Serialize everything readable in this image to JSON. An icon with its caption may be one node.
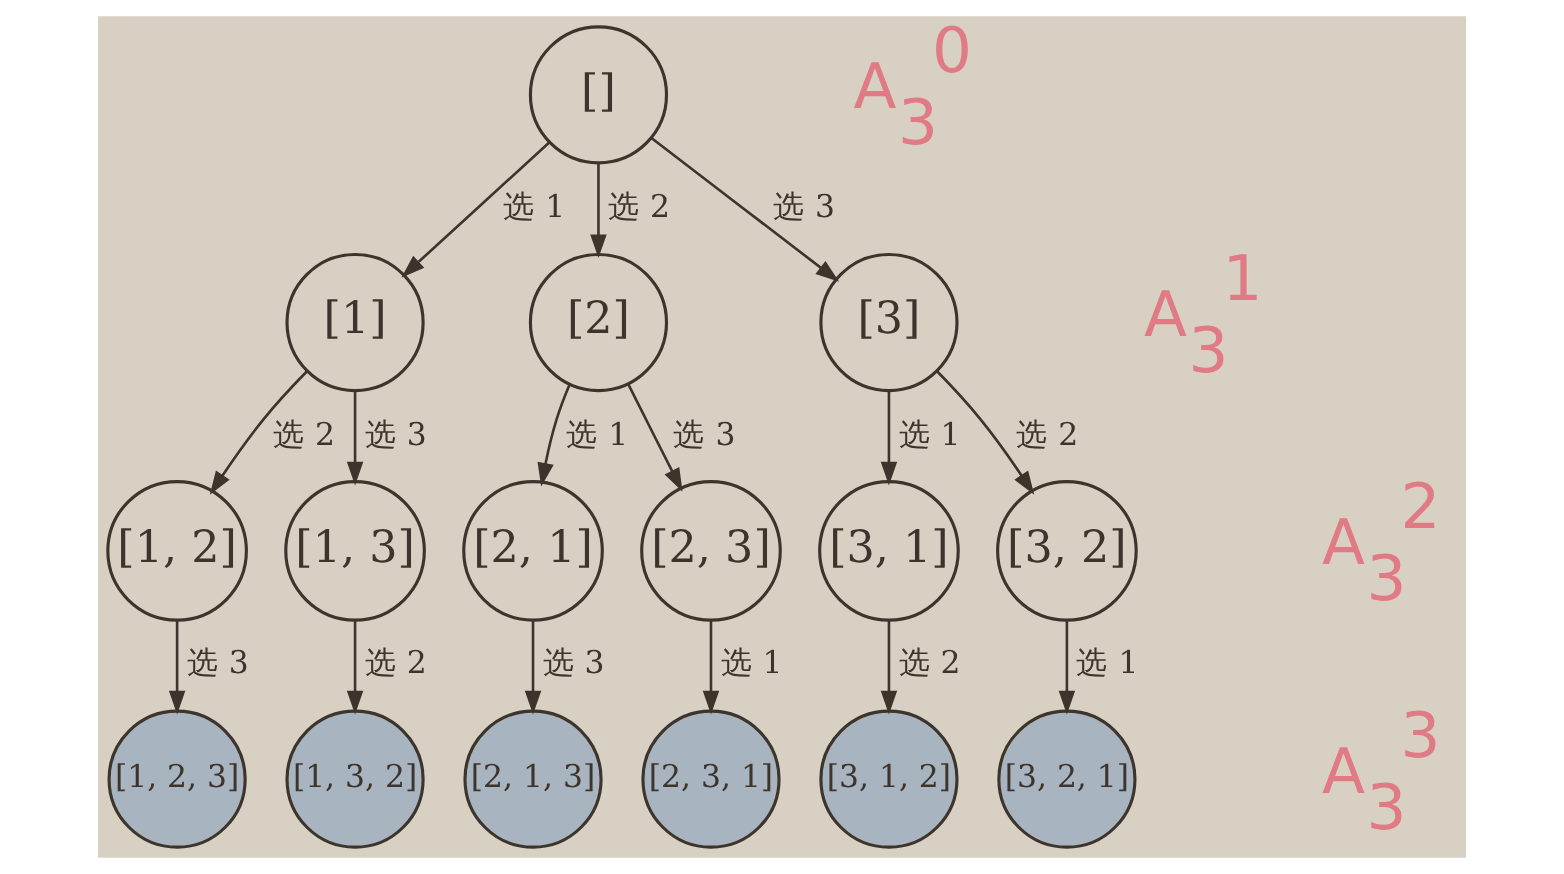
{
  "diagram": {
    "nodes": [
      {
        "text": [
          "[]"
        ]
      },
      {
        "text": [
          "[1]"
        ]
      },
      {
        "text": [
          "[2]"
        ]
      },
      {
        "text": [
          "[3]"
        ]
      },
      {
        "text": [
          "[1, 2]"
        ]
      },
      {
        "text": [
          "[1, 3]"
        ]
      },
      {
        "text": [
          "[2, 1]"
        ]
      },
      {
        "text": [
          "[2, 3]"
        ]
      },
      {
        "text": [
          "[3, 1]"
        ]
      },
      {
        "text": [
          "[3, 2]"
        ]
      },
      {
        "text": [
          "[1, 2, 3]"
        ]
      },
      {
        "text": [
          "[1, 3, 2]"
        ]
      },
      {
        "text": [
          "[2, 1, 3]"
        ]
      },
      {
        "text": [
          "[2, 3, 1]"
        ]
      },
      {
        "text": [
          "[3, 1, 2]"
        ]
      },
      {
        "text": [
          "[3, 2, 1]"
        ]
      }
    ],
    "edges": [
      {
        "from": 0,
        "to": 1,
        "arrow": "to",
        "label": "选 1"
      },
      {
        "from": 0,
        "to": 2,
        "arrow": "to",
        "label": "选 2"
      },
      {
        "from": 0,
        "to": 3,
        "arrow": "to",
        "label": "选 3"
      },
      {
        "from": 1,
        "to": 4,
        "arrow": "to",
        "label": "选 2"
      },
      {
        "from": 1,
        "to": 5,
        "arrow": "to",
        "label": "选 3"
      },
      {
        "from": 2,
        "to": 6,
        "arrow": "to",
        "label": "选 1"
      },
      {
        "from": 2,
        "to": 7,
        "arrow": "to",
        "label": "选 3"
      },
      {
        "from": 3,
        "to": 8,
        "arrow": "to",
        "label": "选 1"
      },
      {
        "from": 3,
        "to": 9,
        "arrow": "to",
        "label": "选 2"
      },
      {
        "from": 4,
        "to": 10,
        "arrow": "to",
        "label": "选 3"
      },
      {
        "from": 5,
        "to": 11,
        "arrow": "to",
        "label": "选 2"
      },
      {
        "from": 6,
        "to": 12,
        "arrow": "to",
        "label": "选 3"
      },
      {
        "from": 7,
        "to": 13,
        "arrow": "to",
        "label": "选 1"
      },
      {
        "from": 8,
        "to": 14,
        "arrow": "to",
        "label": "选 2"
      },
      {
        "from": 9,
        "to": 15,
        "arrow": "to",
        "label": "选 1"
      }
    ],
    "labels": [
      "A$_{3}$$^{0}$",
      "A$_{3}$$^{1}$",
      "A$_{3}$$^{2}$",
      "A$_{3}$$^{3}$"
    ]
  }
}
